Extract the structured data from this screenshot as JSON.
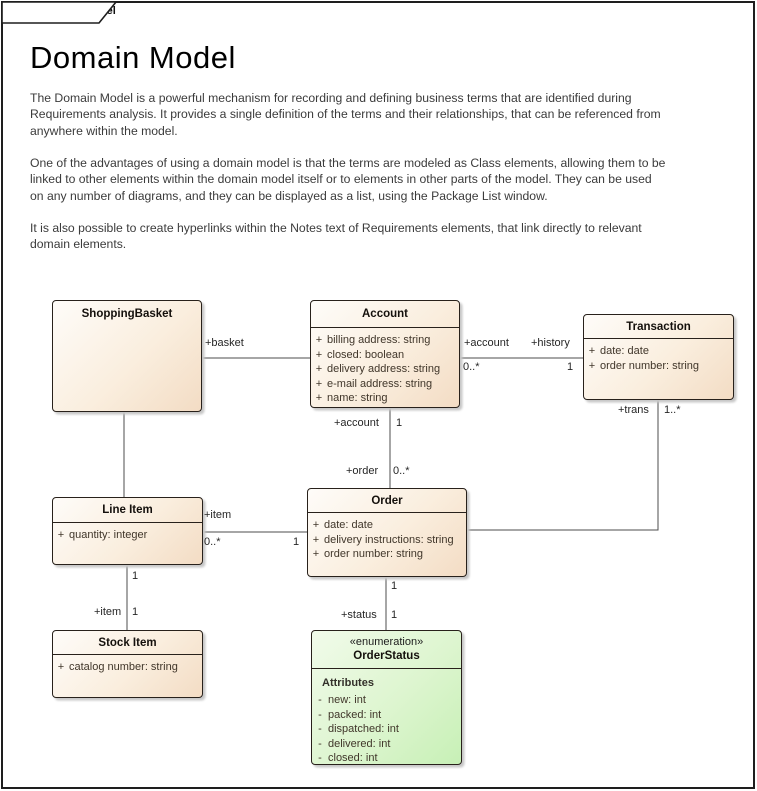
{
  "frame": {
    "tab_label": "class Domain Model"
  },
  "title": "Domain Model",
  "paragraphs": {
    "p1": "The Domain Model is a powerful mechanism for recording and defining business terms that are identified during\nRequirements analysis.  It provides a single definition of the terms and their relationships, that can be referenced from\nanywhere within the model.",
    "p2": "One of the advantages of using a domain model is that the terms are modeled as Class elements, allowing them to be\nlinked to other elements within the domain model itself or to elements in other parts of the model.  They can be used\non any number of diagrams, and they can be displayed as a list, using the Package List window.",
    "p3": "It is also possible to create hyperlinks within the Notes text of Requirements elements, that link directly to relevant\ndomain elements."
  },
  "classes": [
    {
      "name": "ShoppingBasket",
      "attributes": []
    },
    {
      "name": "Account",
      "attributes": [
        {
          "vis": "+",
          "text": "billing address: string"
        },
        {
          "vis": "+",
          "text": "closed: boolean"
        },
        {
          "vis": "+",
          "text": "delivery address: string"
        },
        {
          "vis": "+",
          "text": "e-mail address: string"
        },
        {
          "vis": "+",
          "text": "name: string"
        }
      ]
    },
    {
      "name": "Transaction",
      "attributes": [
        {
          "vis": "+",
          "text": "date: date"
        },
        {
          "vis": "+",
          "text": "order number: string"
        }
      ]
    },
    {
      "name": "Line Item",
      "attributes": [
        {
          "vis": "+",
          "text": "quantity: integer"
        }
      ]
    },
    {
      "name": "Order",
      "attributes": [
        {
          "vis": "+",
          "text": "date: date"
        },
        {
          "vis": "+",
          "text": "delivery instructions: string"
        },
        {
          "vis": "+",
          "text": "order number: string"
        }
      ]
    },
    {
      "name": "Stock Item",
      "attributes": [
        {
          "vis": "+",
          "text": "catalog number: string"
        }
      ]
    },
    {
      "name": "OrderStatus",
      "stereotype": "«enumeration»",
      "section_heading": "Attributes",
      "attributes": [
        {
          "vis": "-",
          "text": "new: int"
        },
        {
          "vis": "-",
          "text": "packed: int"
        },
        {
          "vis": "-",
          "text": "dispatched: int"
        },
        {
          "vis": "-",
          "text": "delivered: int"
        },
        {
          "vis": "-",
          "text": "closed: int"
        }
      ]
    }
  ],
  "connector_labels": [
    {
      "text": "+basket"
    },
    {
      "text": "+account"
    },
    {
      "text": "+history"
    },
    {
      "text": "0..*"
    },
    {
      "text": "1"
    },
    {
      "text": "+account"
    },
    {
      "text": "1"
    },
    {
      "text": "+order"
    },
    {
      "text": "0..*"
    },
    {
      "text": "+trans"
    },
    {
      "text": "1..*"
    },
    {
      "text": "+item"
    },
    {
      "text": "0..*"
    },
    {
      "text": "1"
    },
    {
      "text": "1"
    },
    {
      "text": "+item"
    },
    {
      "text": "1"
    },
    {
      "text": "1"
    },
    {
      "text": "+status"
    },
    {
      "text": "1"
    }
  ],
  "colors": {
    "class_fill_light": "#fefcf9",
    "class_fill_dark": "#f3dcc4",
    "enum_fill_light": "#f1fbea",
    "enum_fill_dark": "#c7f0b6",
    "border": "#28211b",
    "connector": "#4d4d4d"
  }
}
